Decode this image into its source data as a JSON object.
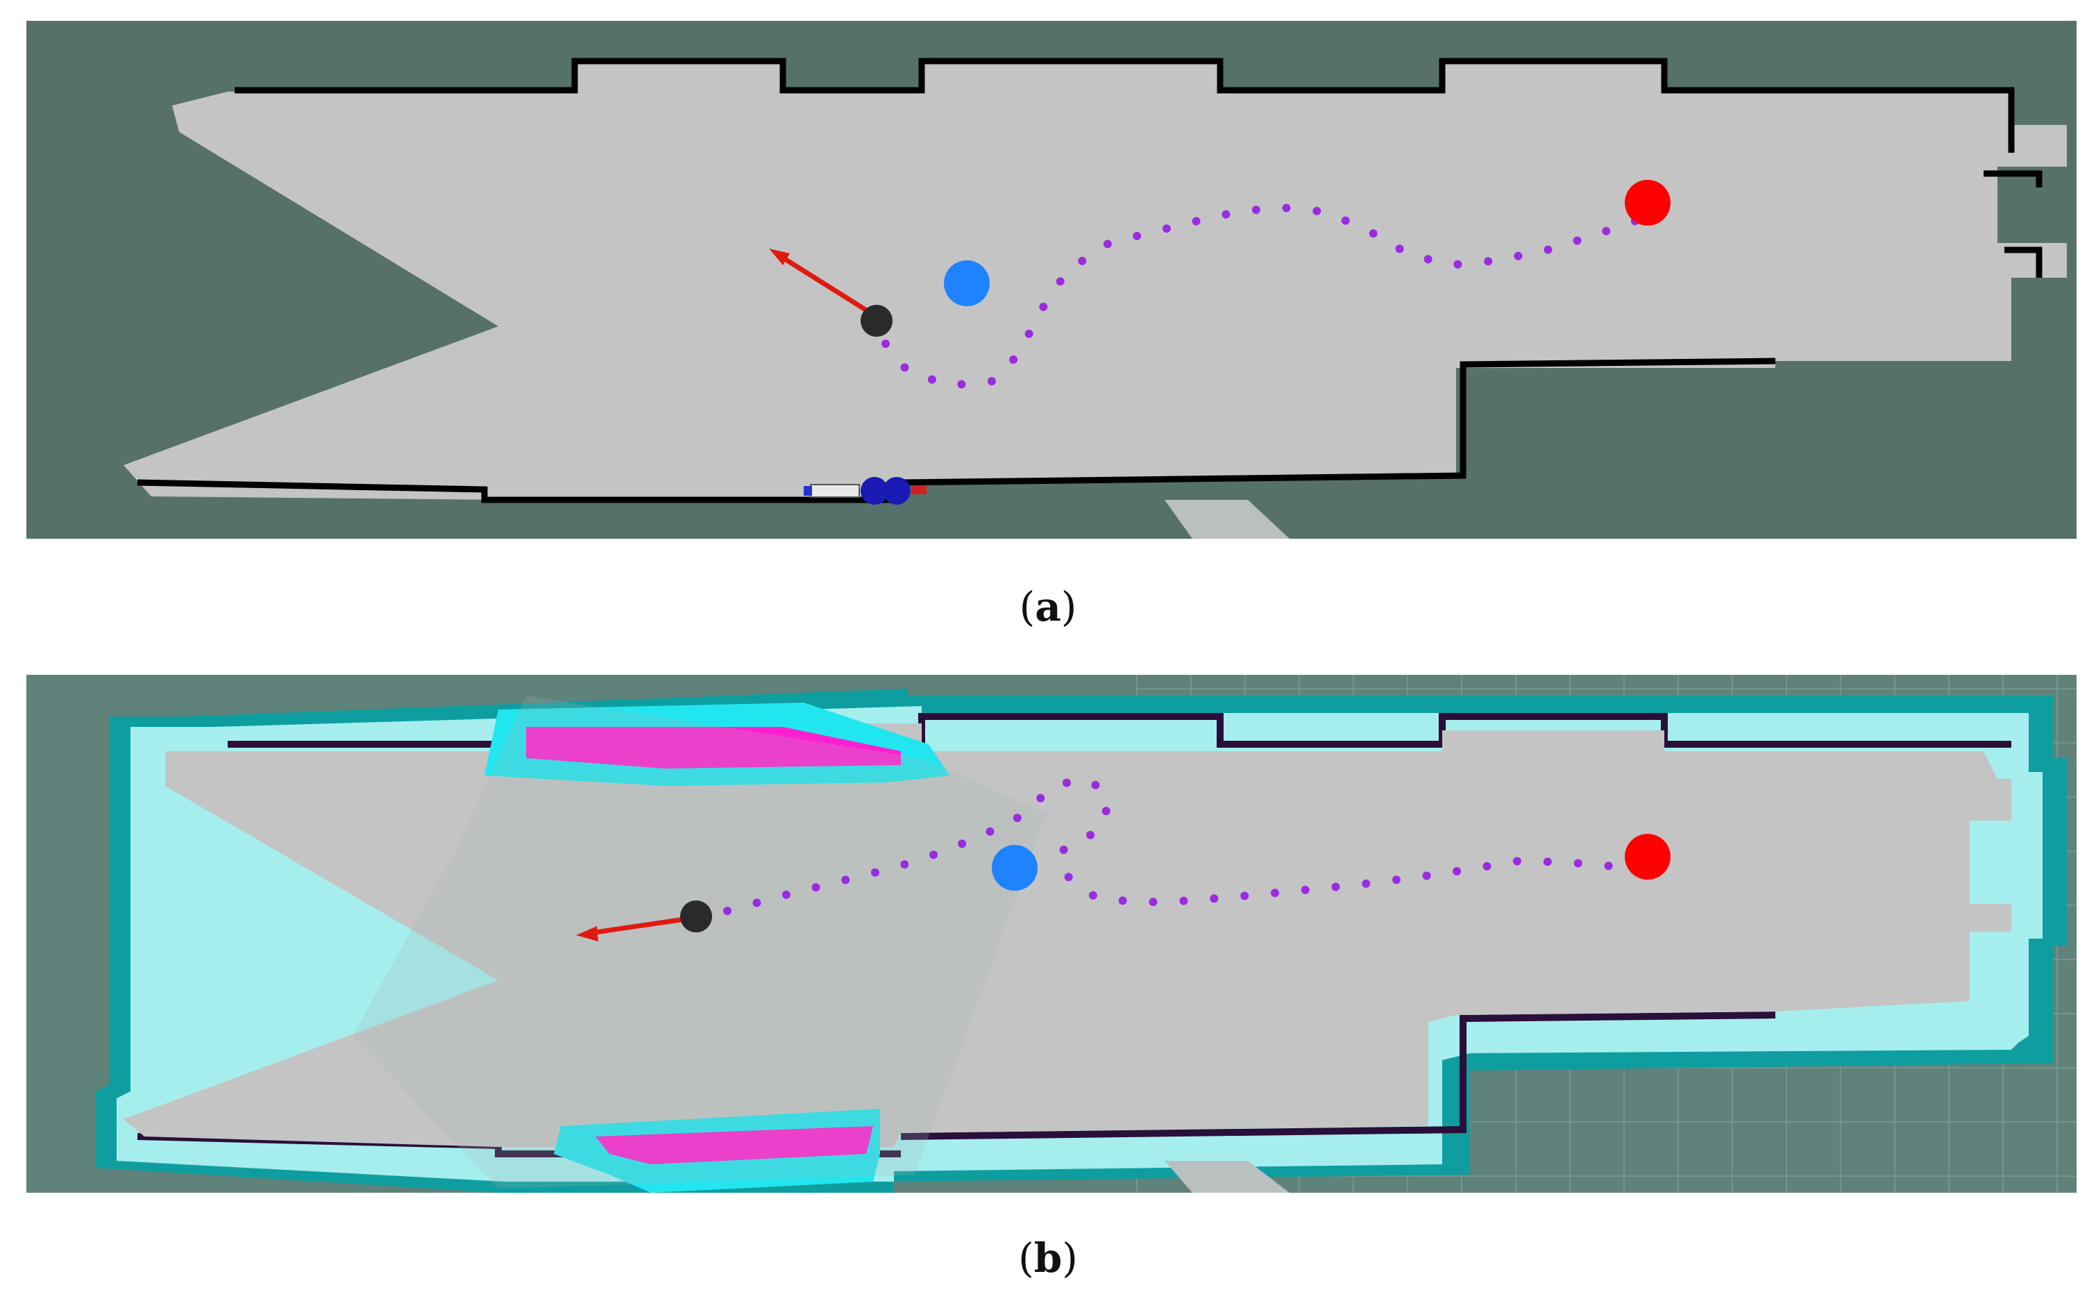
{
  "panels": [
    {
      "id": "a",
      "label": "a",
      "map_variant": "occupancy-grid",
      "colors": {
        "background": "#56716a",
        "free_space": "#c4c4c4",
        "obstacle": "#000000",
        "path_dots": "#9a2be0",
        "goal_marker": "#ff0000",
        "waypoint_marker": "#1f82ff",
        "robot_marker": "#2a2a2a",
        "heading_arrow": "#e01a10"
      }
    },
    {
      "id": "b",
      "label": "b",
      "map_variant": "costmap-overlay",
      "colors": {
        "background": "#5f827b",
        "free_space": "#c4c4c4",
        "inflation_outer": "#0e9ea0",
        "inflation_inner": "#a6eeee",
        "lethal": "#2a0f3a",
        "dynamic_obstacle": "#ff1fd2",
        "dynamic_obstacle_halo": "#22e6ef",
        "path_dots": "#9a2be0",
        "goal_marker": "#ff0000",
        "waypoint_marker": "#1f82ff",
        "robot_marker": "#2a2a2a",
        "heading_arrow": "#e01a10"
      }
    }
  ]
}
